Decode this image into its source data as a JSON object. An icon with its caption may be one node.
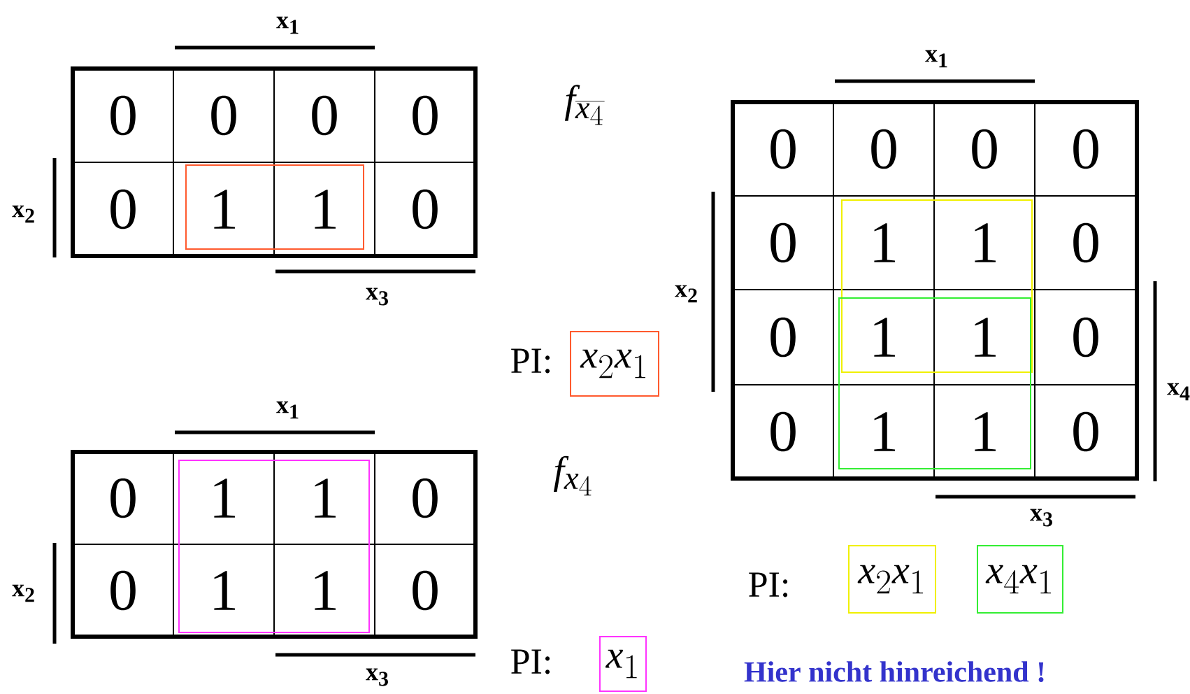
{
  "diagram": {
    "nodes": [
      {
        "text": [
          "x_2x_1"
        ]
      },
      {
        "text": [
          "x_1"
        ]
      },
      {
        "text": [
          "x_2x_1"
        ]
      },
      {
        "text": [
          "x_4x_1"
        ]
      }
    ],
    "labels": [
      "x$_{1}$",
      "0",
      "0",
      "0",
      "0",
      "0",
      "1",
      "1",
      "0",
      "x$_{2}$",
      "x$_{3}$",
      "f_{\\overline{x_4}}",
      "PI:",
      "x$_{1}$",
      "0",
      "1",
      "1",
      "0",
      "0",
      "1",
      "1",
      "0",
      "x$_{2}$",
      "x$_{3}$",
      "f_{x_4}",
      "PI:",
      "x$_{1}$",
      "0",
      "0",
      "0",
      "0",
      "0",
      "1",
      "1",
      "0",
      "0",
      "1",
      "1",
      "0",
      "0",
      "1",
      "1",
      "0",
      "x$_{2}$",
      "x$_{4}$",
      "x$_{3}$",
      "PI:",
      "Hier nicht hinreichend !"
    ]
  }
}
